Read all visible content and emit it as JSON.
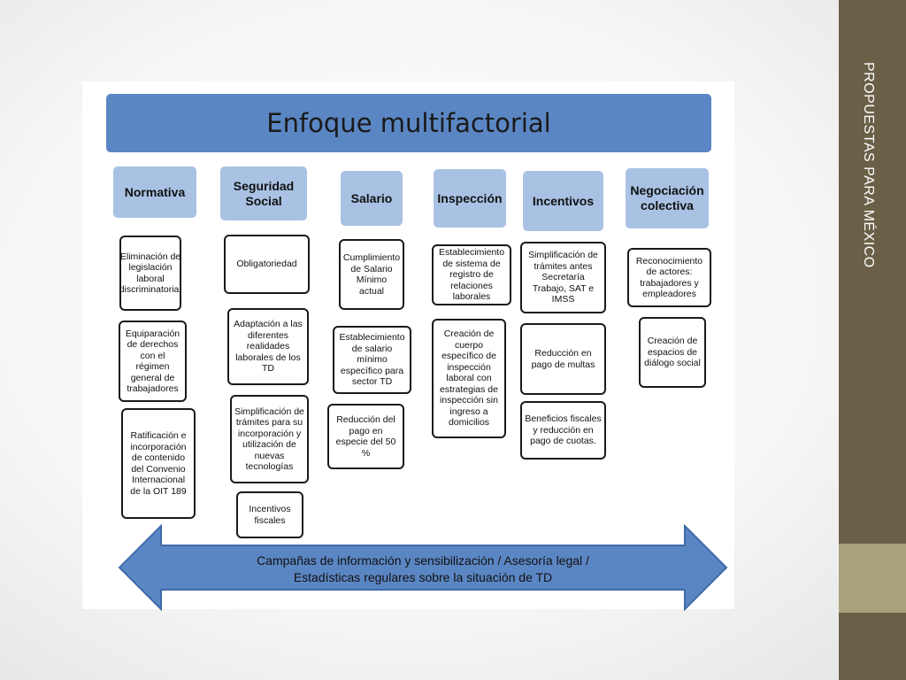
{
  "slide": {
    "side_title": "PROPUESTAS PARA MÉXICO",
    "title": "Enfoque multifactorial",
    "footer_banner": {
      "line1": "Campañas de información y sensibilización / Asesoría legal /",
      "line2": "Estadísticas regulares sobre la situación de TD"
    },
    "colors": {
      "title_bar": "#5b86c4",
      "category_box": "#a9c2e4",
      "arrow": "#5b86c4",
      "sidebar": "#6a6047",
      "sidebar_accent": "#a7a27a"
    }
  },
  "columns": [
    {
      "label": "Normativa",
      "items": [
        "Eliminación de legislación laboral discriminatoria.",
        "Equiparación de derechos con el régimen general de trabajadores",
        "Ratificación e incorporación de contenido del Convenio Internacional de la OIT 189"
      ]
    },
    {
      "label": "Seguridad Social",
      "items": [
        "Obligatoriedad",
        "Adaptación a las diferentes realidades laborales de los TD",
        "Simplificación de trámites para su incorporación y utilización de nuevas tecnologías",
        "Incentivos fiscales"
      ]
    },
    {
      "label": "Salario",
      "items": [
        "Cumplimiento de Salario Mínimo actual",
        "Establecimiento de salario mínimo específico para sector TD",
        "Reducción del pago en especie del 50 %"
      ]
    },
    {
      "label": "Inspección",
      "items": [
        "Establecimiento de sistema de registro de relaciones laborales",
        "Creación de cuerpo específico de inspección laboral con estrategias de inspección sin ingreso a domicilios"
      ]
    },
    {
      "label": "Incentivos",
      "items": [
        "Simplificación de trámites antes Secretaría Trabajo, SAT e IMSS",
        "Reducción en pago de multas",
        "Beneficios fiscales y reducción en pago de cuotas."
      ]
    },
    {
      "label": "Negociación colectiva",
      "items": [
        "Reconocimiento de actores: trabajadores y empleadores",
        "Creación de espacios de diálogo social"
      ]
    }
  ]
}
